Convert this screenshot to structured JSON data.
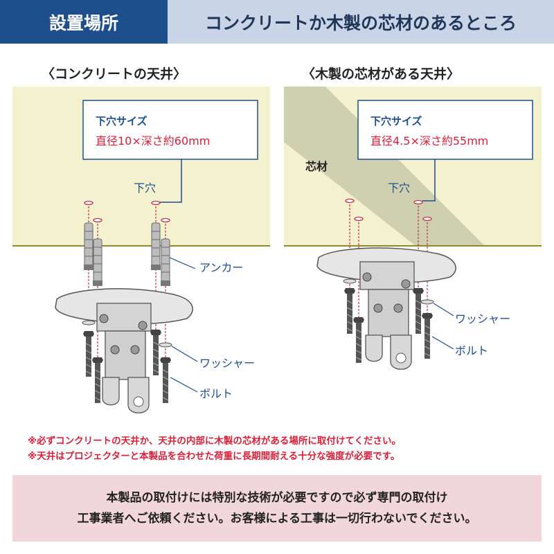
{
  "header": {
    "tag": "設置場所",
    "title": "コンクリートか木製の芯材のあるところ"
  },
  "left_panel": {
    "title": "〈コンクリートの天井〉",
    "hole_size_label": "下穴サイズ",
    "hole_size_value": "直径10×深さ約60mm",
    "hole_label": "下穴",
    "anchor_label": "アンカー",
    "washer_label": "ワッシャー",
    "bolt_label": "ボルト"
  },
  "right_panel": {
    "title": "〈木製の芯材がある天井〉",
    "hole_size_label": "下穴サイズ",
    "hole_size_value": "直径4.5×深さ約55mm",
    "core_label": "芯材",
    "hole_label": "下穴",
    "washer_label": "ワッシャー",
    "bolt_label": "ボルト"
  },
  "notes": [
    "※必ずコンクリートの天井か、天井の内部に木製の芯材がある場所に取付けてください。",
    "※天井はプロジェクターと本製品を合わせた荷重に長期間耐える十分な強度が必要です。"
  ],
  "notice": {
    "line1": "本製品の取付けには特別な技術が必要ですので必ず専門の取付け",
    "line2": "工事業者へご依頼ください。お客様による工事は一切行わないでください。"
  },
  "colors": {
    "header_tag_bg": "#1f4e8c",
    "header_bg": "#c9d4e6",
    "ceiling": "#f4f1cf",
    "ceiling_edge": "#8c8a2e",
    "core": "#cfd0b0",
    "label_blue": "#1f4e8c",
    "note_red": "#d6213a",
    "notice_bg": "#f1d6dc"
  }
}
